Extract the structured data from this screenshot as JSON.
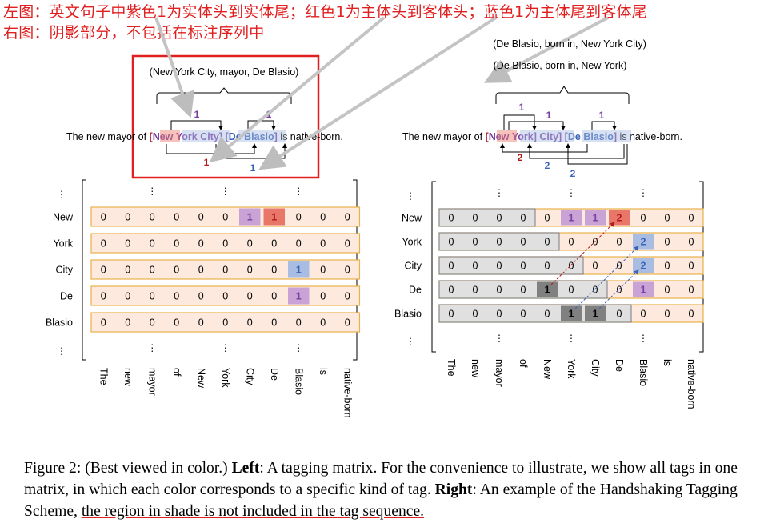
{
  "annotations": {
    "line1": "左图：英文句子中紫色1为实体头到实体尾；红色1为主体头到客体头；蓝色1为主体尾到客体尾",
    "line2": "右图：阴影部分，不包括在标注序列中"
  },
  "left": {
    "triple": "(New York City, mayor, De Blasio)",
    "sentence": {
      "prefix": "The new mayor of ",
      "open1": "[",
      "new": "New",
      "york": "York",
      "city": "City",
      "close1": "]",
      "open2": " [",
      "de": "De",
      "blasio": "Blasio",
      "close2": "]",
      "suffix": " is native-born."
    },
    "arc_labels": [
      "1",
      "1",
      "1",
      "1"
    ],
    "rows": [
      "New",
      "York",
      "City",
      "De",
      "Blasio"
    ],
    "matrix": [
      [
        "0",
        "0",
        "0",
        "0",
        "0",
        "0",
        "1",
        "1",
        "0",
        "0",
        "0"
      ],
      [
        "0",
        "0",
        "0",
        "0",
        "0",
        "0",
        "0",
        "0",
        "0",
        "0",
        "0"
      ],
      [
        "0",
        "0",
        "0",
        "0",
        "0",
        "0",
        "0",
        "0",
        "1",
        "0",
        "0"
      ],
      [
        "0",
        "0",
        "0",
        "0",
        "0",
        "0",
        "0",
        "0",
        "1",
        "0",
        "0"
      ],
      [
        "0",
        "0",
        "0",
        "0",
        "0",
        "0",
        "0",
        "0",
        "0",
        "0",
        "0"
      ]
    ]
  },
  "right": {
    "triples": [
      "(De Blasio, born in, New York City)",
      "(De Blasio, born in, New York)"
    ],
    "sentence": {
      "prefix": "The new mayor of ",
      "open1": "[",
      "new": "New",
      "york": "York",
      "close_york": "]",
      "city": "City",
      "close1": "]",
      "open2": " [",
      "de": "De",
      "blasio": "Blasio",
      "close2": "]",
      "suffix": " is native-born."
    },
    "arc_labels": [
      "1",
      "1",
      "1",
      "2",
      "2",
      "2"
    ],
    "rows": [
      "New",
      "York",
      "City",
      "De",
      "Blasio"
    ],
    "matrix": [
      [
        "0",
        "0",
        "0",
        "0",
        "0",
        "1",
        "1",
        "2",
        "0",
        "0",
        "0"
      ],
      [
        "0",
        "0",
        "0",
        "0",
        "0",
        "0",
        "0",
        "0",
        "2",
        "0",
        "0"
      ],
      [
        "0",
        "0",
        "0",
        "0",
        "0",
        "0",
        "0",
        "0",
        "2",
        "0",
        "0"
      ],
      [
        "0",
        "0",
        "0",
        "0",
        "1",
        "0",
        "0",
        "0",
        "1",
        "0",
        "0"
      ],
      [
        "0",
        "0",
        "0",
        "0",
        "0",
        "1",
        "1",
        "0",
        "0",
        "0",
        "0"
      ]
    ]
  },
  "columns": [
    "The",
    "new",
    "mayor",
    "of",
    "New",
    "York",
    "City",
    "De",
    "Blasio",
    "is",
    "native-born"
  ],
  "dots": "⋮",
  "caption": {
    "fig": "Figure 2: (Best viewed in color.) ",
    "left_label": "Left",
    "left_text": ": A tagging matrix. For the convenience to illustrate, we show all tags in one matrix, in which each color corresponds to a specific kind of tag. ",
    "right_label": "Right",
    "right_text": ": An example of the Handshaking Tagging Scheme, ",
    "underlined": "the region in shade is not included in the tag sequence."
  },
  "colors": {
    "annotation": "#e02020",
    "purple": "#7a3fa0",
    "red": "#b01c1c",
    "blue": "#3a63b8",
    "cell_bg": "#fde9dd",
    "cell_border": "#e8b24a",
    "purple_cell": "#c9a3d6",
    "red_cell": "#e8776a",
    "blue_cell": "#a9bde3",
    "shade": "#e0e0e0",
    "dark_shade": "#808080"
  }
}
